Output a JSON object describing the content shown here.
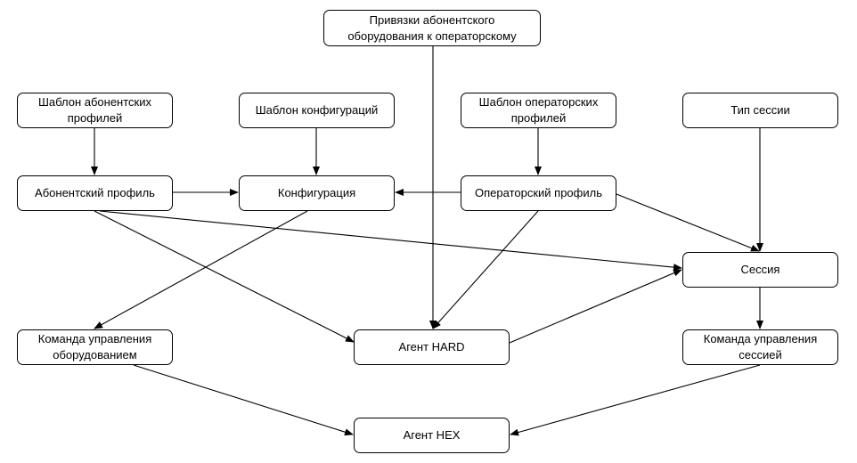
{
  "nodes": {
    "bindings": "Привязки абонентского\nоборудования к операторскому",
    "sub_profile_template": "Шаблон абонентских\nпрофилей",
    "config_template": "Шаблон конфигураций",
    "op_profile_template": "Шаблон операторских\nпрофилей",
    "session_type": "Тип сессии",
    "sub_profile": "Абонентский профиль",
    "configuration": "Конфигурация",
    "op_profile": "Операторский профиль",
    "session": "Сессия",
    "equip_command": "Команда управления\nоборудованием",
    "agent_hard": "Агент HARD",
    "session_command": "Команда управления\nсессией",
    "agent_hex": "Агент HEX"
  },
  "edges": [
    [
      "bindings",
      "agent_hard"
    ],
    [
      "sub_profile_template",
      "sub_profile"
    ],
    [
      "config_template",
      "configuration"
    ],
    [
      "op_profile_template",
      "op_profile"
    ],
    [
      "session_type",
      "session"
    ],
    [
      "sub_profile",
      "configuration"
    ],
    [
      "op_profile",
      "configuration"
    ],
    [
      "sub_profile",
      "session"
    ],
    [
      "sub_profile",
      "agent_hard"
    ],
    [
      "op_profile",
      "session"
    ],
    [
      "op_profile",
      "agent_hard"
    ],
    [
      "configuration",
      "equip_command"
    ],
    [
      "agent_hard",
      "session"
    ],
    [
      "session",
      "session_command"
    ],
    [
      "equip_command",
      "agent_hex"
    ],
    [
      "session_command",
      "agent_hex"
    ]
  ]
}
